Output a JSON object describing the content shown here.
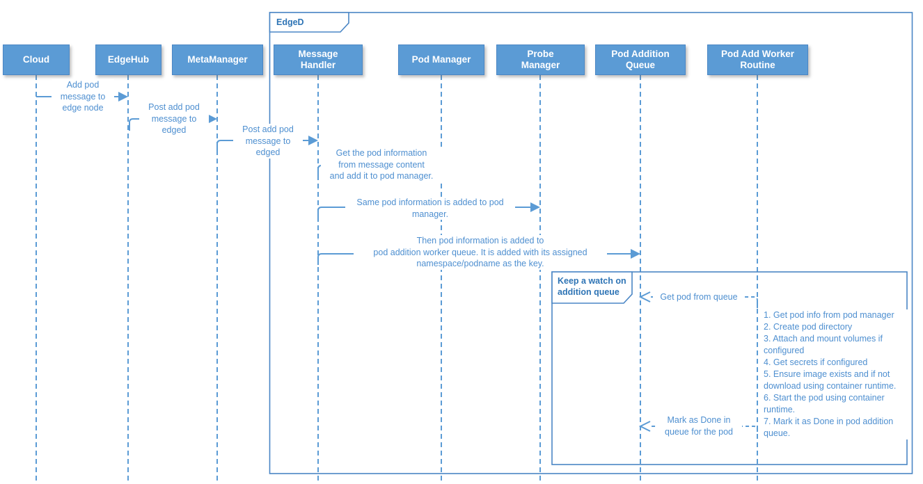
{
  "colors": {
    "accent_blue": "#5B9BD5",
    "actor_border": "#4A86C5",
    "frame_border": "#4A86C5",
    "frame_label_text": "#2E74B5",
    "message_text": "#4E8FD0",
    "actor_text": "#FFFFFF"
  },
  "frames": {
    "edged": {
      "label": "EdgeD"
    },
    "watch": {
      "lines": [
        "Keep a watch on",
        "addition queue"
      ]
    }
  },
  "actors": [
    {
      "id": "cloud",
      "lines": [
        "Cloud"
      ]
    },
    {
      "id": "edgehub",
      "lines": [
        "EdgeHub"
      ]
    },
    {
      "id": "metamanager",
      "lines": [
        "MetaManager"
      ]
    },
    {
      "id": "message-handler",
      "lines": [
        "Message",
        "Handler"
      ]
    },
    {
      "id": "pod-manager",
      "lines": [
        "Pod Manager"
      ]
    },
    {
      "id": "probe-manager",
      "lines": [
        "Probe",
        "Manager"
      ]
    },
    {
      "id": "pod-addition-queue",
      "lines": [
        "Pod Addition",
        "Queue"
      ]
    },
    {
      "id": "pod-add-worker-routine",
      "lines": [
        "Pod Add Worker",
        "Routine"
      ]
    }
  ],
  "messages": [
    {
      "from": "Cloud",
      "to": "EdgeHub",
      "style": "solid",
      "lines": [
        "Add pod",
        "message to",
        "edge node"
      ]
    },
    {
      "from": "EdgeHub",
      "to": "MetaManager",
      "style": "solid",
      "lines": [
        "Post add pod",
        "message to",
        "edged"
      ]
    },
    {
      "from": "MetaManager",
      "to": "Message Handler",
      "style": "solid",
      "lines": [
        "Post add pod",
        "message to",
        "edged"
      ]
    },
    {
      "from": "Message Handler",
      "to": "Pod Manager",
      "style": "solid",
      "lines": [
        "Get the pod information",
        "from message content",
        "and add it to pod manager."
      ]
    },
    {
      "from": "Message Handler",
      "to": "Probe Manager",
      "style": "solid",
      "lines": [
        "Same pod information is added to pod",
        "manager."
      ]
    },
    {
      "from": "Message Handler",
      "to": "Pod Addition Queue",
      "style": "solid",
      "lines": [
        "Then pod information is added to",
        "pod addition worker queue. It is added with its assigned",
        "namespace/podname as the key."
      ]
    },
    {
      "from": "Pod Add Worker Routine",
      "to": "Pod Addition Queue",
      "style": "dashed",
      "lines": [
        "Get pod from queue"
      ]
    },
    {
      "from": "Pod Add Worker Routine",
      "to": "Pod Addition Queue",
      "style": "dashed",
      "lines": [
        "Mark as Done in",
        "queue for the pod"
      ]
    }
  ],
  "note": {
    "items": [
      "1. Get pod info from pod manager",
      "2. Create pod directory",
      "3. Attach and mount volumes if configured",
      "4. Get secrets if configured",
      "5. Ensure image exists and if not download using container runtime.",
      "6. Start the pod using container runtime.",
      "7. Mark it as Done in pod addition queue."
    ]
  }
}
